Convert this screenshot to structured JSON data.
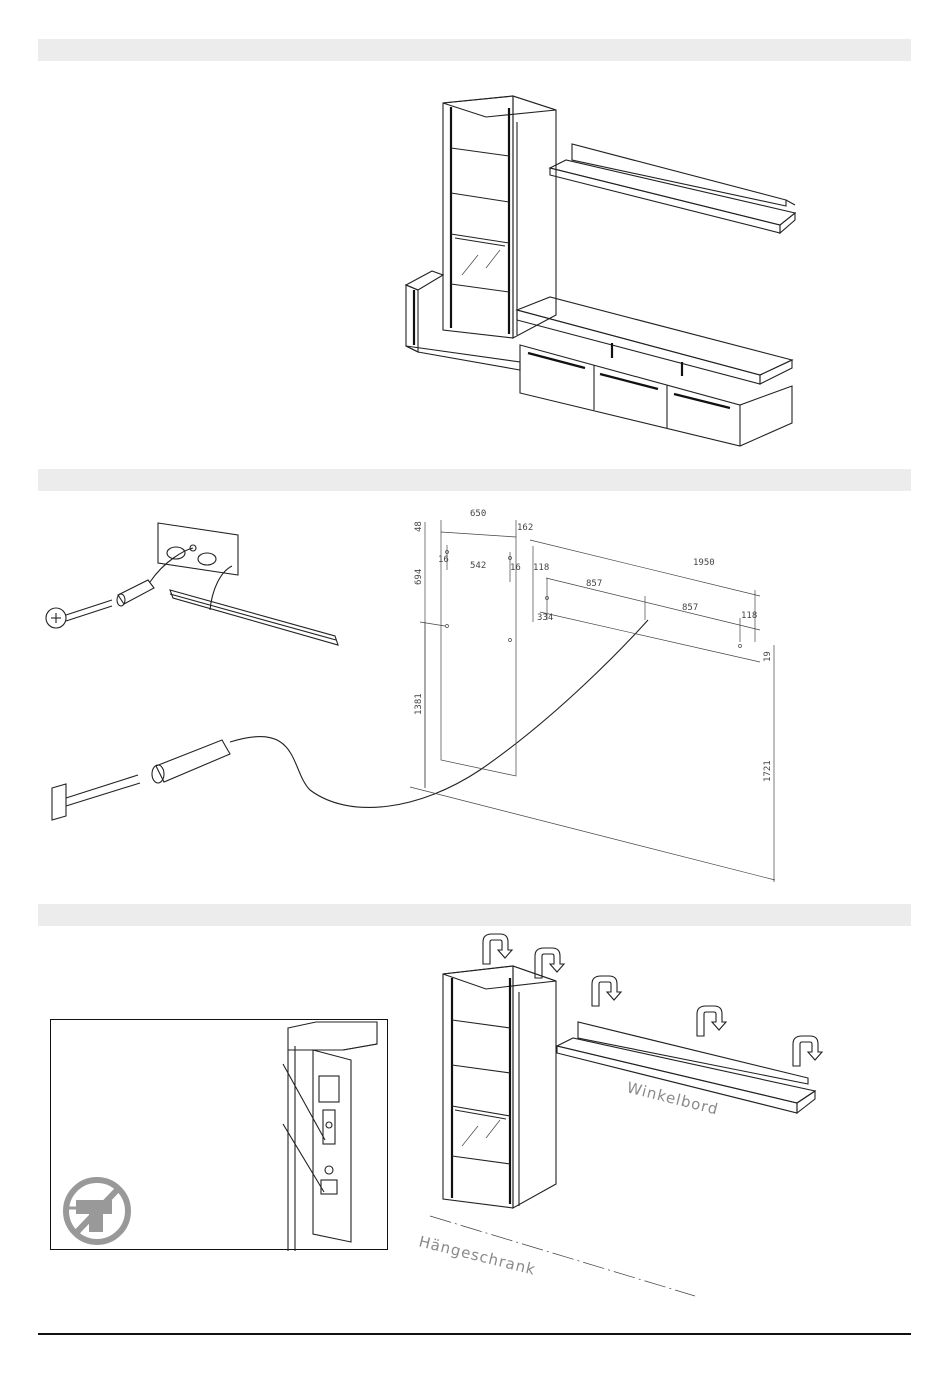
{
  "dimensions": {
    "width_650": "650",
    "left_48": "48",
    "gap_162": "162",
    "total_1950": "1950",
    "inner_542": "542",
    "small_16a": "16",
    "small_16b": "16",
    "off_118a": "118",
    "off_118b": "118",
    "span_857a": "857",
    "span_857b": "857",
    "drop_694": "694",
    "drop_334": "334",
    "drop_19": "19",
    "height_1381": "1381",
    "height_1721": "1721"
  },
  "labels": {
    "shelf": "Winkelbord",
    "cabinet": "Hängeschrank"
  },
  "colors": {
    "section_bar": "#ececec",
    "line": "#222222",
    "label_gray": "#8a8a8a"
  },
  "icons": [
    "rotate-arrow-icon",
    "no-drill-icon",
    "screw-icon",
    "wall-plug-icon",
    "hook-screw-icon",
    "wall-rail-icon"
  ]
}
